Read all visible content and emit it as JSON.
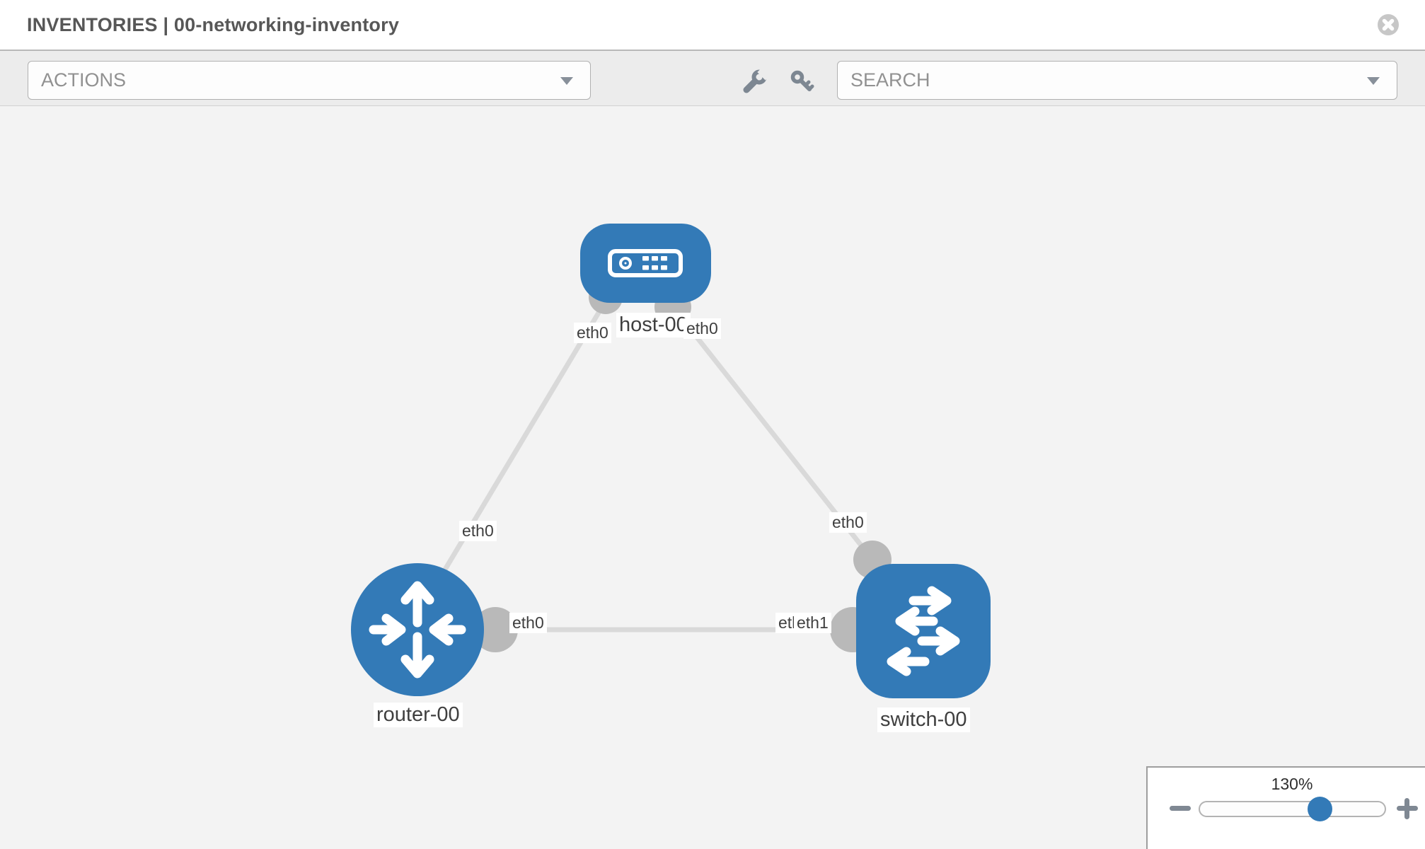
{
  "header": {
    "title": "INVENTORIES | 00-networking-inventory"
  },
  "toolbar": {
    "actions_placeholder": "ACTIONS",
    "search_placeholder": "SEARCH",
    "icons": [
      "wrench-icon",
      "key-icon"
    ]
  },
  "diagram": {
    "nodes": [
      {
        "label": "host-00",
        "type": "host"
      },
      {
        "label": "router-00",
        "type": "router"
      },
      {
        "label": "switch-00",
        "type": "switch"
      }
    ],
    "links": [
      {
        "from": "host-00",
        "to": "router-00",
        "from_iface": "eth0",
        "to_iface": "eth0"
      },
      {
        "from": "host-00",
        "to": "switch-00",
        "from_iface": "eth0",
        "to_iface": "eth0"
      },
      {
        "from": "router-00",
        "to": "switch-00",
        "from_iface": "eth0",
        "to_iface": "eth1",
        "to_iface_overlapped": "eth0"
      }
    ],
    "colors": {
      "node_fill": "#337ab7",
      "link": "#d9d9d9",
      "connector": "#b9b9b9",
      "canvas_bg": "#f3f3f3"
    }
  },
  "zoom_control": {
    "level": "130%"
  }
}
